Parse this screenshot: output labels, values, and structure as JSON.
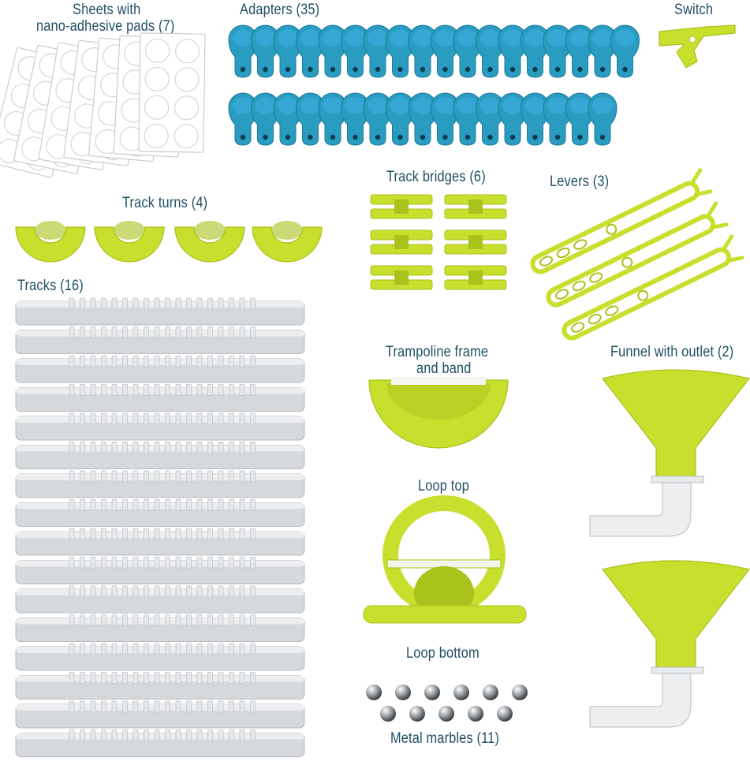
{
  "labels": {
    "sheets_line1": "Sheets with",
    "sheets_line2": "nano-adhesive pads (7)",
    "adapters": "Adapters (35)",
    "switch": "Switch",
    "track_bridges": "Track bridges (6)",
    "levers": "Levers (3)",
    "track_turns": "Track turns (4)",
    "tracks": "Tracks (16)",
    "trampoline_line1": "Trampoline frame",
    "trampoline_line2": "and band",
    "funnel": "Funnel with outlet (2)",
    "loop_top": "Loop top",
    "loop_bottom": "Loop bottom",
    "marbles": "Metal marbles (11)"
  },
  "colors": {
    "label_text": "#1f4e63",
    "lime": "#c8df2e",
    "lime_dark": "#a9c21c",
    "teal": "#2a9cc1",
    "teal_dark": "#1d7a9a",
    "track_gray": "#d6d9dc",
    "track_dark": "#b8bcc0",
    "steel": "#9aa0a6"
  },
  "counts": {
    "sheets": 7,
    "adapters": 35,
    "track_bridges": 6,
    "levers": 3,
    "track_turns": 4,
    "tracks": 16,
    "funnels": 2,
    "marbles": 11
  }
}
